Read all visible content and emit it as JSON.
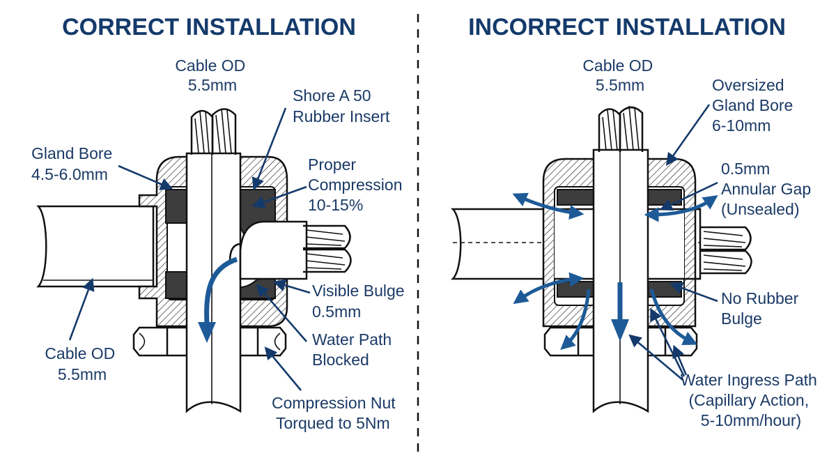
{
  "left_panel": {
    "title": "CORRECT INSTALLATION",
    "labels": {
      "cable_od_top": [
        "Cable OD",
        "5.5mm"
      ],
      "shore_insert": [
        "Shore A 50",
        "Rubber Insert"
      ],
      "gland_bore": [
        "Gland Bore",
        "4.5-6.0mm"
      ],
      "compression": [
        "Proper",
        "Compression",
        "10-15%"
      ],
      "bulge": [
        "Visible Bulge",
        "0.5mm"
      ],
      "water_path": [
        "Water Path",
        "Blocked"
      ],
      "cable_od_bottom": [
        "Cable OD",
        "5.5mm"
      ],
      "nut": [
        "Compression Nut",
        "Torqued to 5Nm"
      ]
    }
  },
  "right_panel": {
    "title": "INCORRECT INSTALLATION",
    "labels": {
      "cable_od_top": [
        "Cable OD",
        "5.5mm"
      ],
      "oversized_bore": [
        "Oversized",
        "Gland Bore",
        "6-10mm"
      ],
      "annular_gap": [
        "0.5mm",
        "Annular Gap",
        "(Unsealed)"
      ],
      "no_bulge": [
        "No Rubber",
        "Bulge"
      ],
      "water_ingress": [
        "Water Ingress Path",
        "(Capillary Action,",
        "5-10mm/hour)"
      ]
    }
  },
  "colors": {
    "title": "#143a6b",
    "label": "#1b3a66",
    "arrow": "#1d5a97",
    "rubber": "#3d3d3d"
  }
}
